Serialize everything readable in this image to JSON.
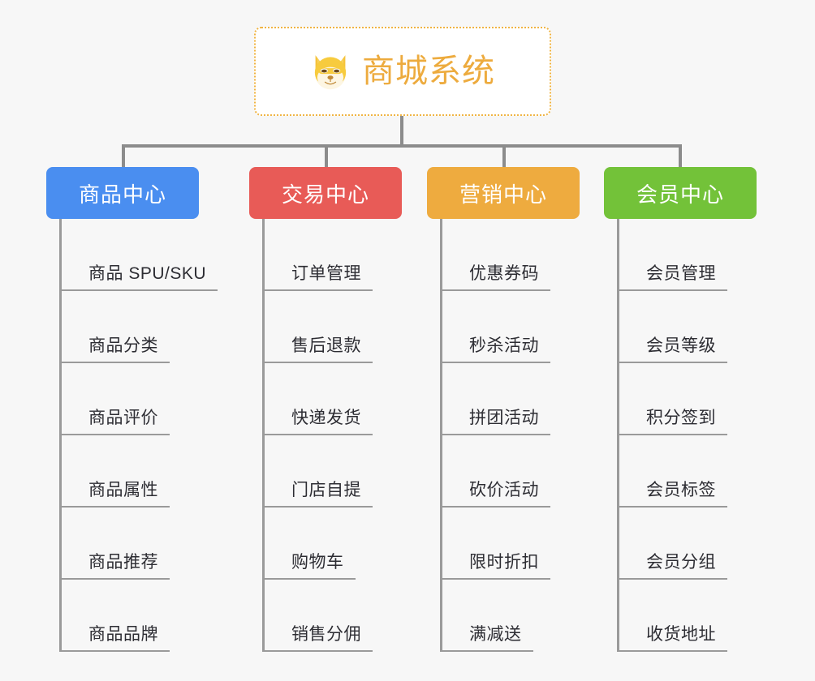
{
  "background_color": "#f7f7f7",
  "root": {
    "title": "商城系统",
    "icon": "dog-face-emoji",
    "text_color": "#edab3e",
    "border_color": "#f0b443",
    "background_color": "#ffffff"
  },
  "connector_color": "#8c8c8c",
  "columns": [
    {
      "id": "product-center",
      "title": "商品中心",
      "color": "#4a8ef0",
      "items": [
        "商品 SPU/SKU",
        "商品分类",
        "商品评价",
        "商品属性",
        "商品推荐",
        "商品品牌"
      ]
    },
    {
      "id": "trade-center",
      "title": "交易中心",
      "color": "#e85b57",
      "items": [
        "订单管理",
        "售后退款",
        "快递发货",
        "门店自提",
        "购物车",
        "销售分佣"
      ]
    },
    {
      "id": "marketing-center",
      "title": "营销中心",
      "color": "#eeab3f",
      "items": [
        "优惠券码",
        "秒杀活动",
        "拼团活动",
        "砍价活动",
        "限时折扣",
        "满减送"
      ]
    },
    {
      "id": "member-center",
      "title": "会员中心",
      "color": "#73c239",
      "items": [
        "会员管理",
        "会员等级",
        "积分签到",
        "会员标签",
        "会员分组",
        "收货地址"
      ]
    }
  ]
}
